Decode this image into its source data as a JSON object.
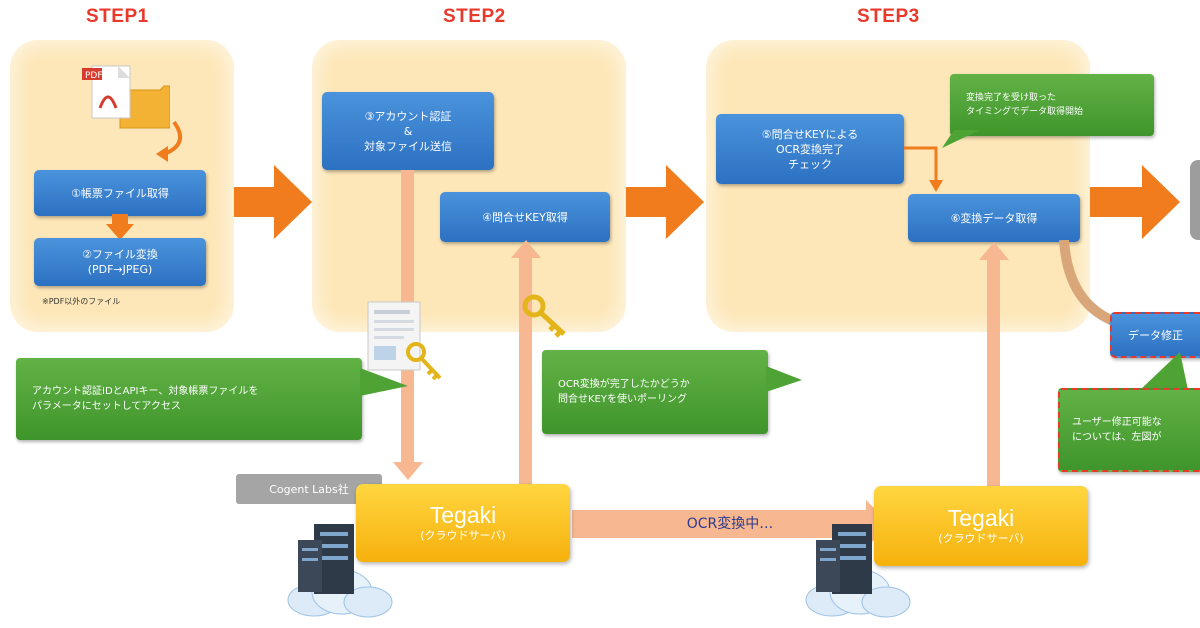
{
  "steps": {
    "step1": "STEP1",
    "step2": "STEP2",
    "step3": "STEP3"
  },
  "step1": {
    "box1": "①帳票ファイル取得",
    "box2_line1": "②ファイル変換",
    "box2_line2": "(PDF→JPEG)",
    "note": "※PDF以外のファイル"
  },
  "step2": {
    "box1_line1": "③アカウント認証",
    "box1_line2": "&",
    "box1_line3": "対象ファイル送信",
    "box2": "④問合せKEY取得"
  },
  "step3": {
    "box1_line1": "⑤問合せKEYによる",
    "box1_line2": "OCR変換完了",
    "box1_line3": "チェック",
    "box2": "⑥変換データ取得",
    "callout_line1": "変換完了を受け取った",
    "callout_line2": "タイミングでデータ取得開始"
  },
  "callouts": {
    "left_line1": "アカウント認証IDとAPIキー、対象帳票ファイルを",
    "left_line2": "パラメータにセットしてアクセス",
    "mid_line1": "OCR変換が完了したかどうか",
    "mid_line2": "問合せKEYを使いポーリング",
    "right_line1": "ユーザー修正可能な",
    "right_line2": "については、左図が"
  },
  "data_box_partial": "データ修正",
  "server_tag": "Cogent Labs社",
  "server1": {
    "name": "Tegaki",
    "sub": "(クラウドサーバ)"
  },
  "server2": {
    "name": "Tegaki",
    "sub": "(クラウドサーバ)"
  },
  "converting": "OCR変換中…",
  "colors": {
    "step_title": "#e8392b",
    "panel": "#fde7b8",
    "box_blue": "#3a82d0",
    "box_green": "#4fa335",
    "server_yellow": "#f9c21d",
    "arrow_orange": "#f07c1e",
    "connector": "#f7b791"
  },
  "icons": [
    "pdf-icon",
    "folder-icon",
    "document-icon",
    "key-icon",
    "server-icon",
    "cloud-icon"
  ]
}
